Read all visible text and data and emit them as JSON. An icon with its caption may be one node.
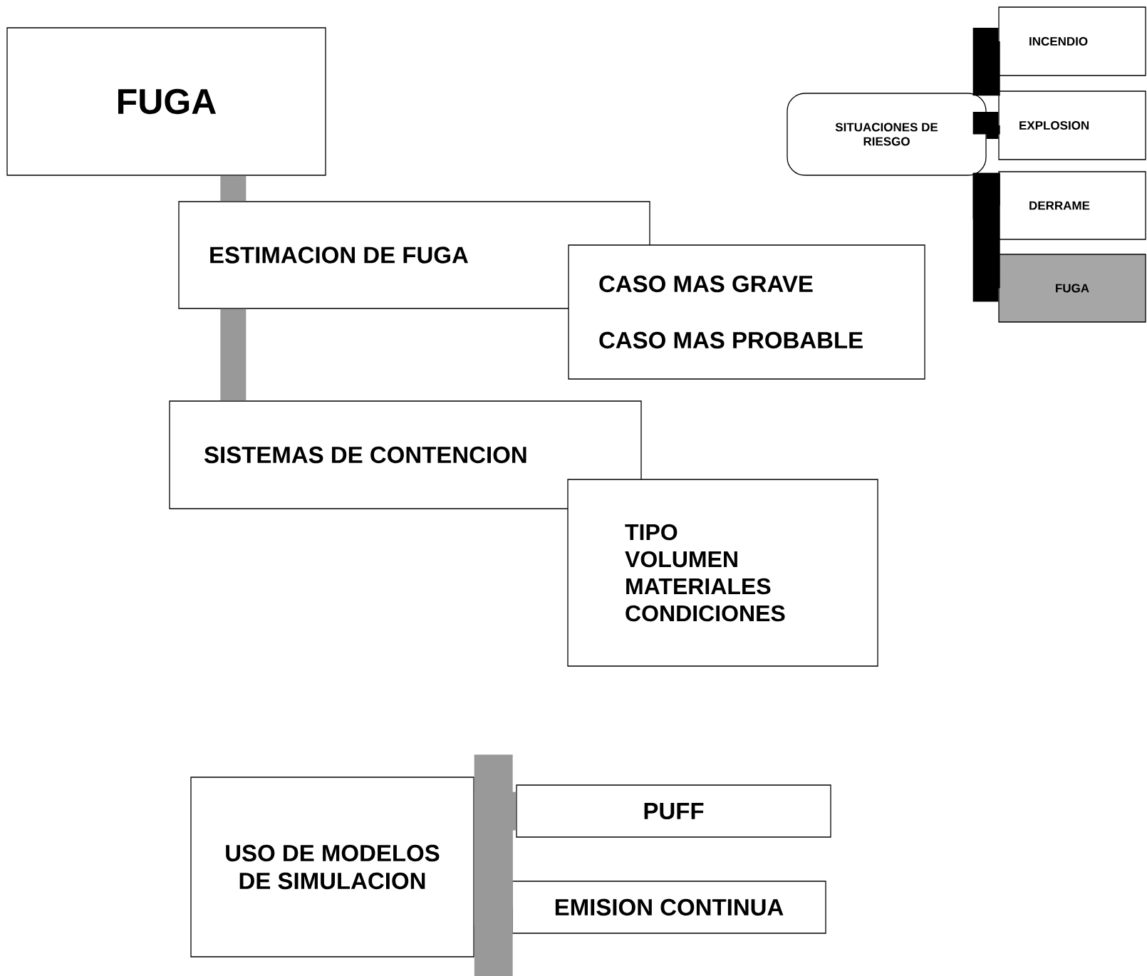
{
  "diagram": {
    "nodes": [
      {
        "text": [
          "FUGA"
        ]
      },
      {
        "text": [
          "ESTIMACION DE FUGA"
        ]
      },
      {
        "text": [
          "CASO MAS GRAVE",
          "CASO MAS PROBABLE"
        ]
      },
      {
        "text": [
          "SISTEMAS DE CONTENCION"
        ]
      },
      {
        "text": [
          "TIPO",
          "VOLUMEN",
          "MATERIALES",
          "CONDICIONES"
        ]
      },
      {
        "text": [
          "SITUACIONES DE RIESGO"
        ]
      },
      {
        "text": [
          "INCENDIO"
        ]
      },
      {
        "text": [
          "EXPLOSION"
        ]
      },
      {
        "text": [
          "DERRAME"
        ]
      },
      {
        "text": [
          "FUGA"
        ]
      },
      {
        "text": [
          "USO DE MODELOS DE SIMULACION"
        ]
      },
      {
        "text": [
          "PUFF"
        ]
      },
      {
        "text": [
          "EMISION CONTINUA"
        ]
      }
    ],
    "edges": [
      {
        "from": 0,
        "to": 1,
        "arrow": "none",
        "color": "#999999"
      },
      {
        "from": 1,
        "to": 3,
        "arrow": "none",
        "color": "#999999"
      },
      {
        "from": 5,
        "to": 6,
        "arrow": "none",
        "color": "#000000"
      },
      {
        "from": 5,
        "to": 7,
        "arrow": "none",
        "color": "#000000"
      },
      {
        "from": 5,
        "to": 8,
        "arrow": "none",
        "color": "#000000"
      },
      {
        "from": 5,
        "to": 9,
        "arrow": "none",
        "color": "#000000"
      },
      {
        "from": 10,
        "to": 11,
        "arrow": "none",
        "color": "#999999"
      },
      {
        "from": 10,
        "to": 12,
        "arrow": "none",
        "color": "#999999"
      }
    ]
  }
}
